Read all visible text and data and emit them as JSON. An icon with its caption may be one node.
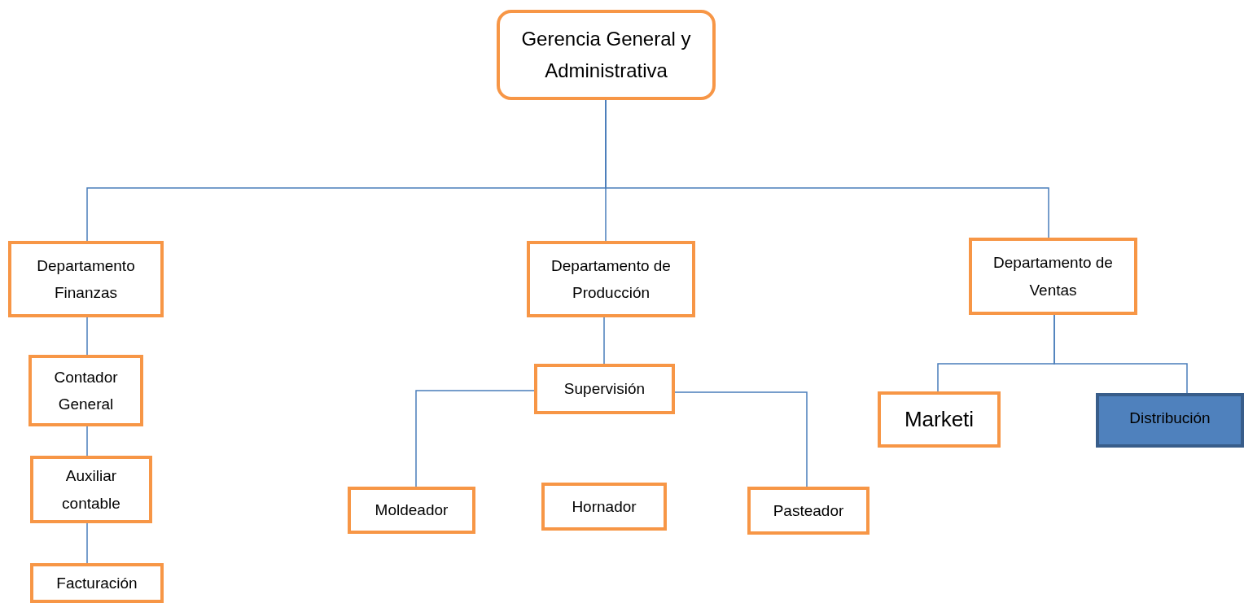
{
  "diagram": {
    "nodes": [
      {
        "text": [
          "Gerencia General y Administrativa"
        ]
      },
      {
        "text": [
          "Departamento Finanzas"
        ]
      },
      {
        "text": [
          "Departamento de Producción"
        ]
      },
      {
        "text": [
          "Departamento de Ventas"
        ]
      },
      {
        "text": [
          "Contador General"
        ]
      },
      {
        "text": [
          "Auxiliar contable"
        ]
      },
      {
        "text": [
          "Facturación"
        ]
      },
      {
        "text": [
          "Supervisión"
        ]
      },
      {
        "text": [
          "Moldeador"
        ]
      },
      {
        "text": [
          "Hornador"
        ]
      },
      {
        "text": [
          "Pasteador"
        ]
      },
      {
        "text": [
          "Marketi"
        ]
      },
      {
        "text": [
          "Distribución"
        ]
      }
    ],
    "edges": [
      {
        "from": 0,
        "to": 1,
        "arrow": "none"
      },
      {
        "from": 0,
        "to": 2,
        "arrow": "none"
      },
      {
        "from": 0,
        "to": 3,
        "arrow": "none"
      },
      {
        "from": 1,
        "to": 4,
        "arrow": "none"
      },
      {
        "from": 4,
        "to": 5,
        "arrow": "none"
      },
      {
        "from": 5,
        "to": 6,
        "arrow": "none"
      },
      {
        "from": 2,
        "to": 7,
        "arrow": "none"
      },
      {
        "from": 7,
        "to": 8,
        "arrow": "none"
      },
      {
        "from": 7,
        "to": 10,
        "arrow": "none"
      },
      {
        "from": 3,
        "to": 11,
        "arrow": "none"
      },
      {
        "from": 3,
        "to": 12,
        "arrow": "none"
      }
    ]
  }
}
